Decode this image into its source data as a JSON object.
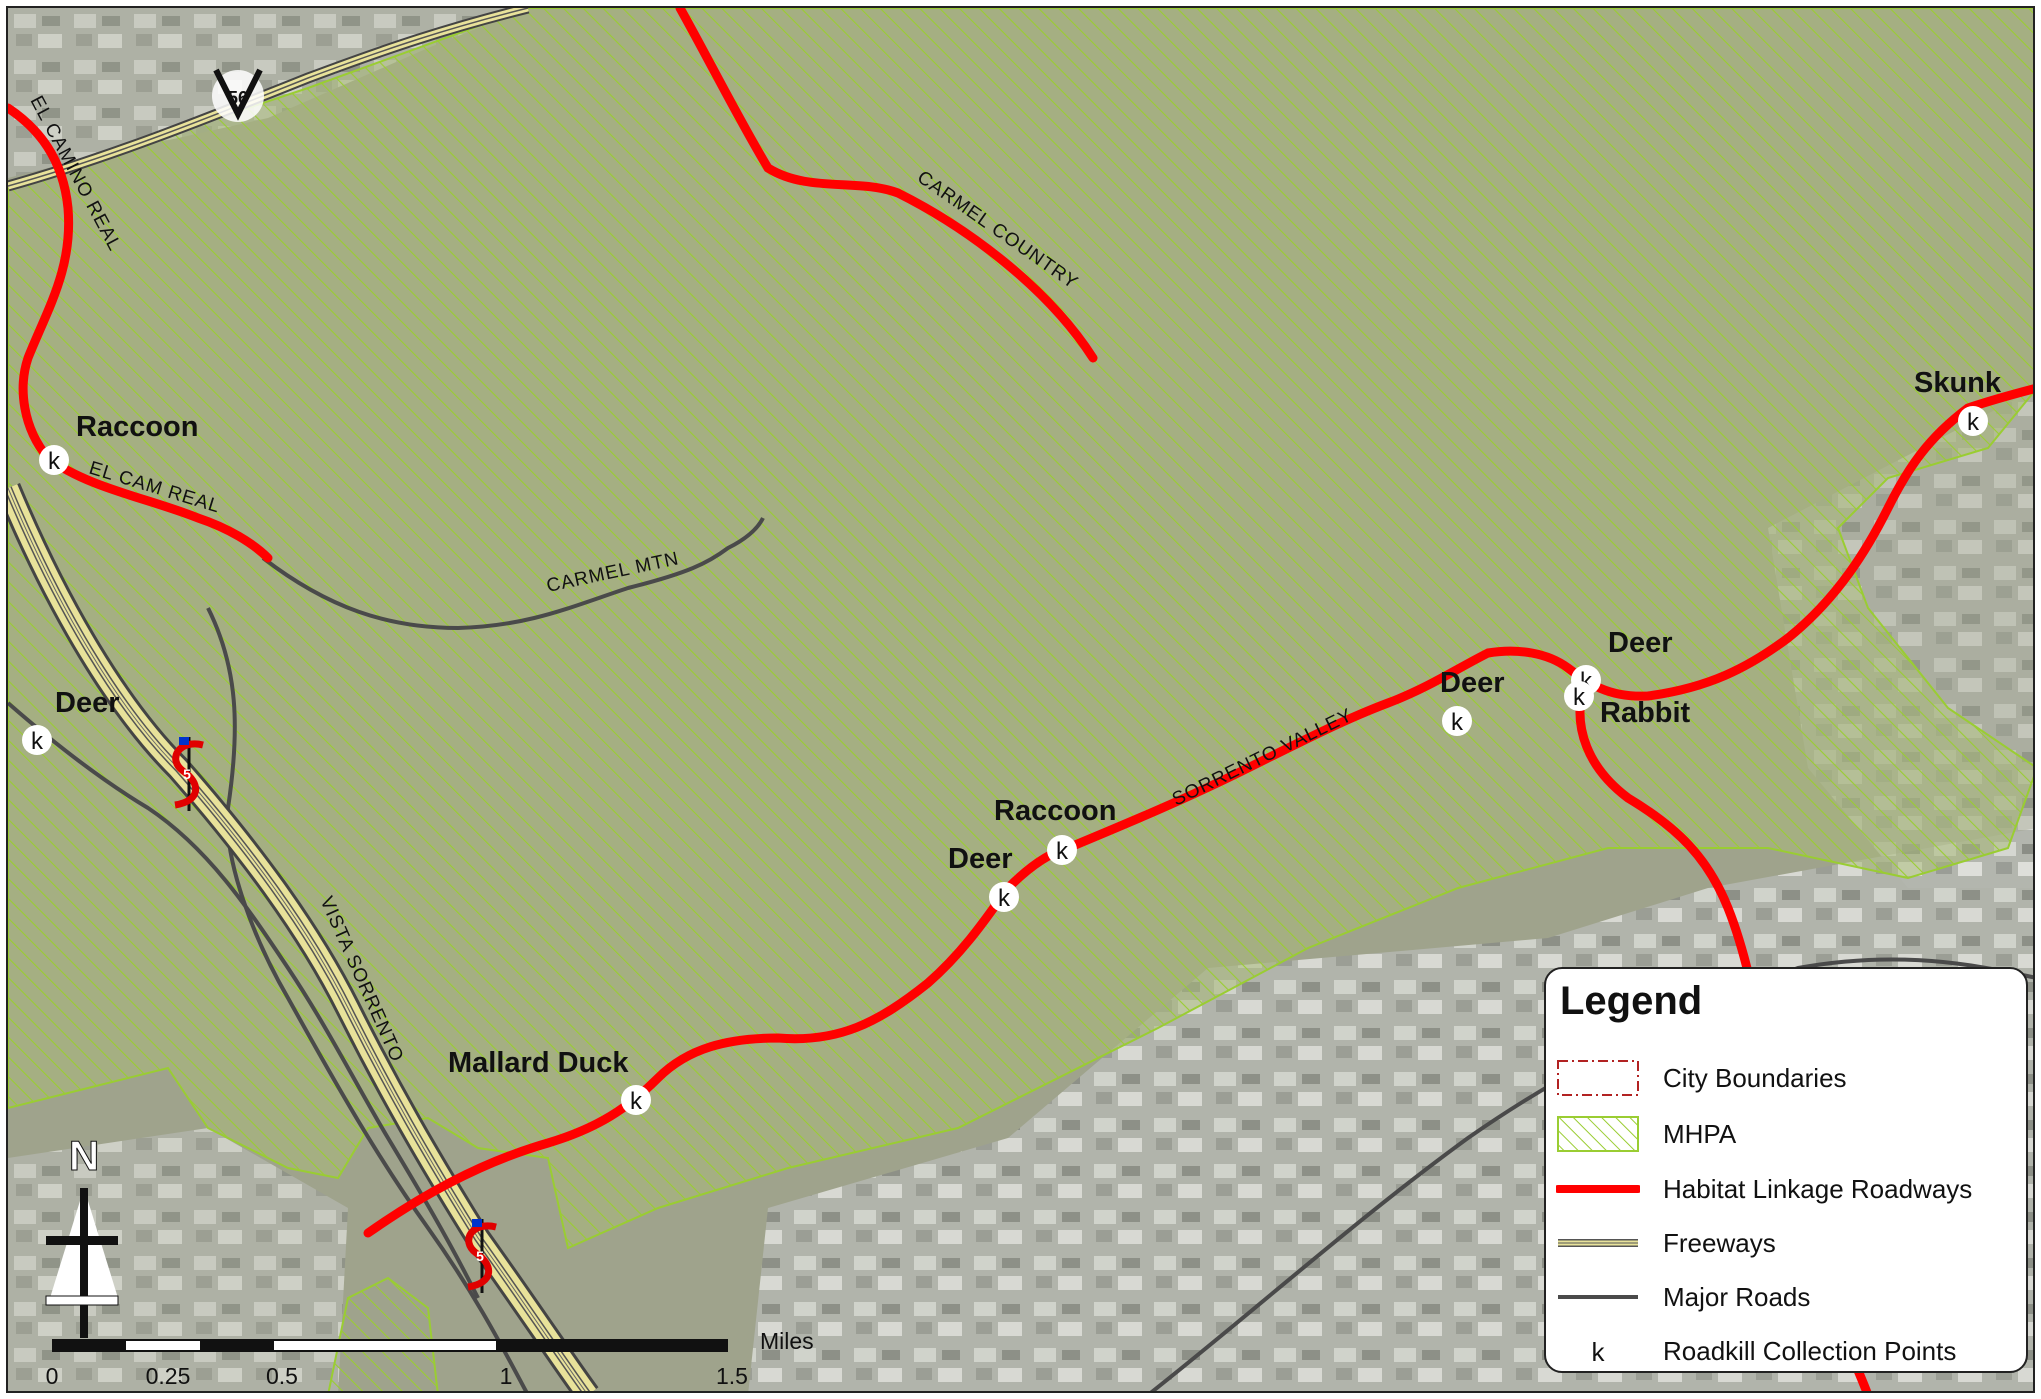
{
  "map": {
    "colors": {
      "background": "#9fa38c",
      "mhpa_fill": "#a9b97a",
      "hatch": "#9acd32",
      "habitat_road": "#ff0000",
      "freeway": "#d8d27a",
      "major_road": "#4a4a4a"
    },
    "road_labels": [
      {
        "id": "el-camino-real",
        "text": "EL CAMINO REAL"
      },
      {
        "id": "el-cam-real",
        "text": "EL CAM REAL"
      },
      {
        "id": "carmel-country",
        "text": "CARMEL COUNTRY"
      },
      {
        "id": "carmel-mtn",
        "text": "CARMEL MTN"
      },
      {
        "id": "sorrento-valley",
        "text": "SORRENTO VALLEY"
      },
      {
        "id": "vista-sorrento",
        "text": "VISTA SORRENTO"
      }
    ],
    "highway_shields": [
      {
        "id": "sr-56",
        "text": "56"
      },
      {
        "id": "i-5-north",
        "text": "5"
      },
      {
        "id": "i-5-south",
        "text": "5"
      }
    ],
    "roadkill_points": [
      {
        "id": "skunk",
        "label": "Skunk"
      },
      {
        "id": "raccoon-west",
        "label": "Raccoon"
      },
      {
        "id": "deer-west",
        "label": "Deer"
      },
      {
        "id": "deer-east-north",
        "label": "Deer"
      },
      {
        "id": "deer-east-west",
        "label": "Deer"
      },
      {
        "id": "rabbit",
        "label": "Rabbit"
      },
      {
        "id": "raccoon-central",
        "label": "Raccoon"
      },
      {
        "id": "deer-central",
        "label": "Deer"
      },
      {
        "id": "mallard-duck",
        "label": "Mallard Duck"
      }
    ],
    "marker_glyph": "k"
  },
  "scale_bar": {
    "unit": "Miles",
    "ticks": [
      "0",
      "0.25",
      "0.5",
      "1",
      "1.5"
    ]
  },
  "north_arrow": {
    "letter": "N"
  },
  "legend": {
    "title": "Legend",
    "items": [
      {
        "label": "City Boundaries",
        "icon": "dashed-box"
      },
      {
        "label": "MHPA",
        "icon": "hatched-box"
      },
      {
        "label": "Habitat Linkage Roadways",
        "icon": "thick-red-line"
      },
      {
        "label": "Freeways",
        "icon": "double-yellow-line"
      },
      {
        "label": "Major Roads",
        "icon": "gray-line"
      },
      {
        "label": "Roadkill Collection Points",
        "icon": "k-symbol"
      }
    ]
  }
}
